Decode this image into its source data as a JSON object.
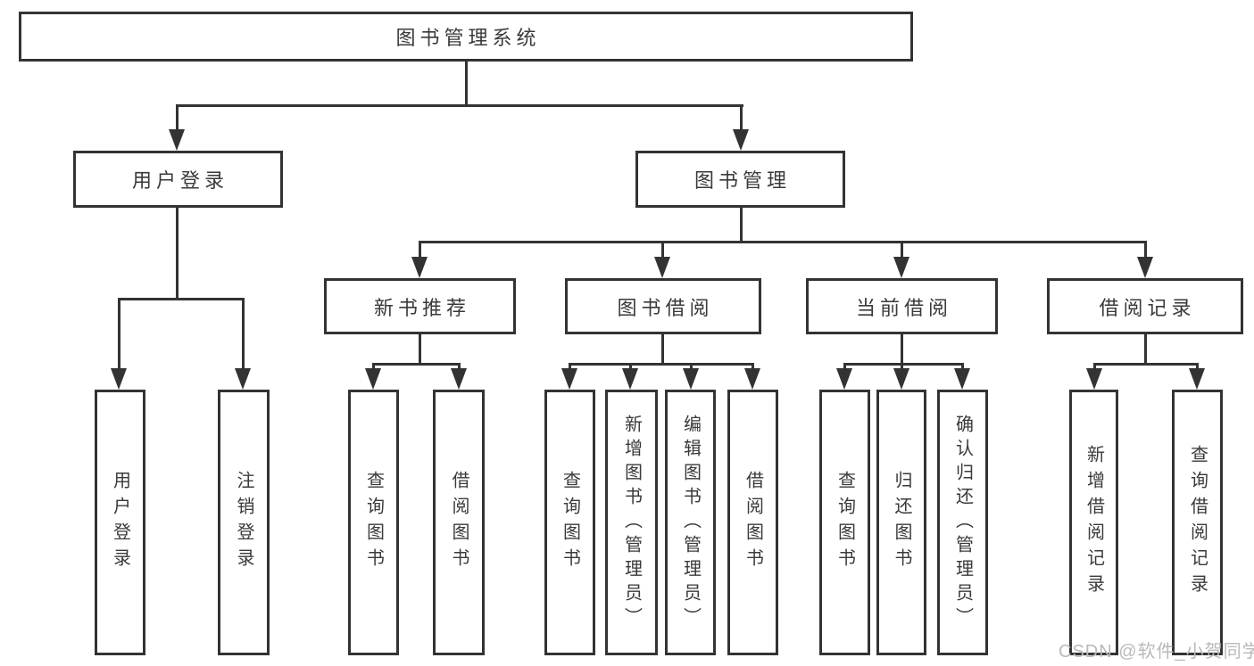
{
  "diagram": {
    "title": "图书管理系统",
    "type": "hierarchy-diagram",
    "colors": {
      "line": "#333333",
      "box_border": "#333333",
      "box_fill": "#ffffff",
      "text": "#3a3a3a",
      "watermark": "#b9b9b9",
      "background": "#ffffff"
    },
    "watermark": "CSDN @软件_小贺同学",
    "tree": {
      "label": "图书管理系统",
      "children": [
        {
          "label": "用户登录",
          "children": [
            {
              "label": "用户登录"
            },
            {
              "label": "注销登录"
            }
          ]
        },
        {
          "label": "图书管理",
          "children": [
            {
              "label": "新书推荐",
              "children": [
                {
                  "label": "查询图书"
                },
                {
                  "label": "借阅图书"
                }
              ]
            },
            {
              "label": "图书借阅",
              "children": [
                {
                  "label": "查询图书"
                },
                {
                  "label": "新增图书（管理员）"
                },
                {
                  "label": "编辑图书（管理员）"
                },
                {
                  "label": "借阅图书"
                }
              ]
            },
            {
              "label": "当前借阅",
              "children": [
                {
                  "label": "查询图书"
                },
                {
                  "label": "归还图书"
                },
                {
                  "label": "确认归还（管理员）"
                }
              ]
            },
            {
              "label": "借阅记录",
              "children": [
                {
                  "label": "新增借阅记录"
                },
                {
                  "label": "查询借阅记录"
                }
              ]
            }
          ]
        }
      ]
    }
  }
}
